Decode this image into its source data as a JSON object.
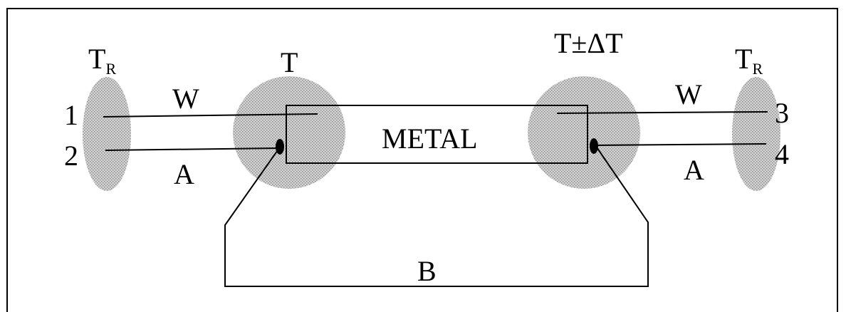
{
  "diagram": {
    "left_bath": {
      "label": "T",
      "subscript": "R"
    },
    "right_bath": {
      "label": "T",
      "subscript": "R"
    },
    "left_junction": {
      "label": "T"
    },
    "right_junction": {
      "label": "T±ΔT"
    },
    "sample": {
      "label": "METAL"
    },
    "terminals": {
      "t1": "1",
      "t2": "2",
      "t3": "3",
      "t4": "4"
    },
    "wires": {
      "left_top": "W",
      "left_bottom": "A",
      "right_top": "W",
      "right_bottom": "A",
      "loop": "B"
    }
  },
  "colors": {
    "stroke": "#000000",
    "stipple_fill": "#d4d4d4",
    "stipple_dot": "#8a8a8a",
    "background": "#ffffff"
  }
}
